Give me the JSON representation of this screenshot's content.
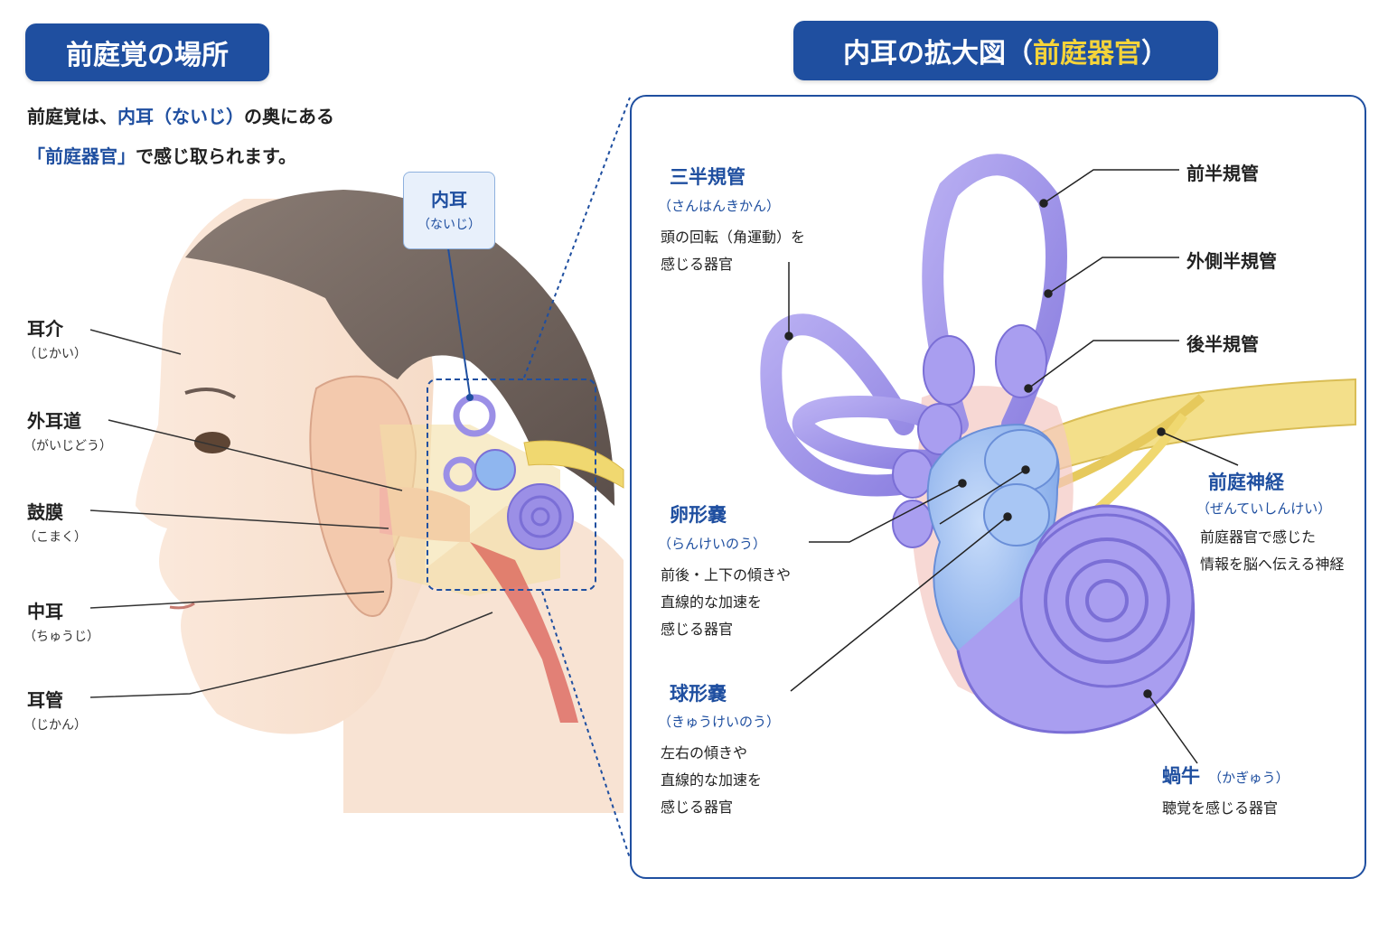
{
  "left": {
    "title": "前庭覚の場所",
    "intro_line1": {
      "a": "前庭覚は、",
      "b": "内耳（ないじ）",
      "c": "の奥にある"
    },
    "intro_line2": {
      "a": "「前庭器官」",
      "b": "で感じ取られます。"
    },
    "inner_ear_callout": {
      "name": "内耳",
      "reading": "（ないじ）"
    },
    "labels": [
      {
        "name": "耳介",
        "reading": "（じかい）"
      },
      {
        "name": "外耳道",
        "reading": "（がいじどう）"
      },
      {
        "name": "鼓膜",
        "reading": "（こまく）"
      },
      {
        "name": "中耳",
        "reading": "（ちゅうじ）"
      },
      {
        "name": "耳管",
        "reading": "（じかん）"
      }
    ]
  },
  "right": {
    "title_a": "内耳の拡大図（",
    "title_b": "前庭器官",
    "title_c": "）",
    "semicircular": {
      "name": "三半規管",
      "reading": "（さんはんきかん）",
      "desc1": "頭の回転（角運動）を",
      "desc2": "感じる器官"
    },
    "anterior": "前半規管",
    "lateral": "外側半規管",
    "posterior": "後半規管",
    "utricle": {
      "name": "卵形嚢",
      "reading": "（らんけいのう）",
      "desc1": "前後・上下の傾きや",
      "desc2": "直線的な加速を",
      "desc3": "感じる器官"
    },
    "saccule": {
      "name": "球形嚢",
      "reading": "（きゅうけいのう）",
      "desc1": "左右の傾きや",
      "desc2": "直線的な加速を",
      "desc3": "感じる器官"
    },
    "nerve": {
      "name": "前庭神経",
      "reading": "（ぜんていしんけい）",
      "desc1": "前庭器官で感じた",
      "desc2": "情報を脳へ伝える神経"
    },
    "cochlea": {
      "name": "蝸牛",
      "reading": "（かぎゅう）",
      "desc1": "聴覚を感じる器官"
    }
  },
  "colors": {
    "brand_blue": "#1f4fa0",
    "highlight_yellow": "#f5d43a",
    "canal_purple": "#9b8fe6",
    "vestibule_blue": "#8fb6ef",
    "nerve_yellow": "#f0d870"
  }
}
